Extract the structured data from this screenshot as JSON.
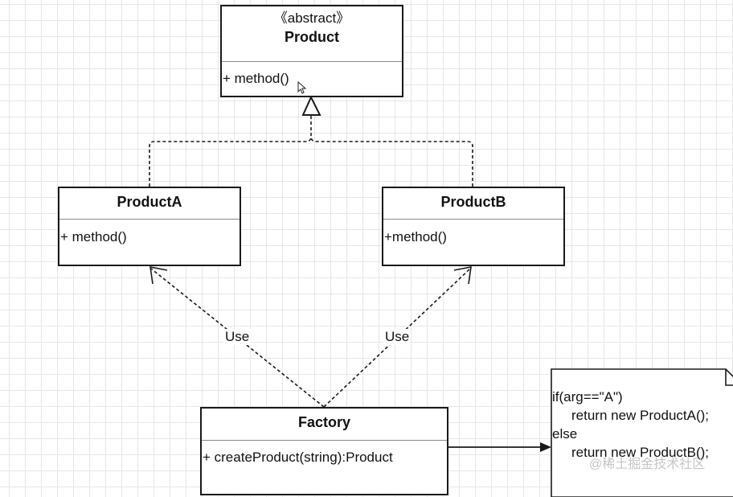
{
  "product": {
    "stereotype": "《abstract》",
    "name": "Product",
    "method": "+ method()"
  },
  "product_a": {
    "name": "ProductA",
    "method": "+ method()"
  },
  "product_b": {
    "name": "ProductB",
    "method": "+method()"
  },
  "factory": {
    "name": "Factory",
    "method": "+ createProduct(string):Product"
  },
  "edges": {
    "use_label_left": "Use",
    "use_label_right": "Use"
  },
  "note": {
    "lines": [
      "if(arg==\"A\")",
      "return new ProductA();",
      "else",
      "return new ProductB();"
    ]
  },
  "watermark": "@稀土掘金技术社区",
  "colors": {
    "line": "#1a1a1a",
    "divider": "#8a8a8a",
    "grid": "#e6e6e6"
  }
}
